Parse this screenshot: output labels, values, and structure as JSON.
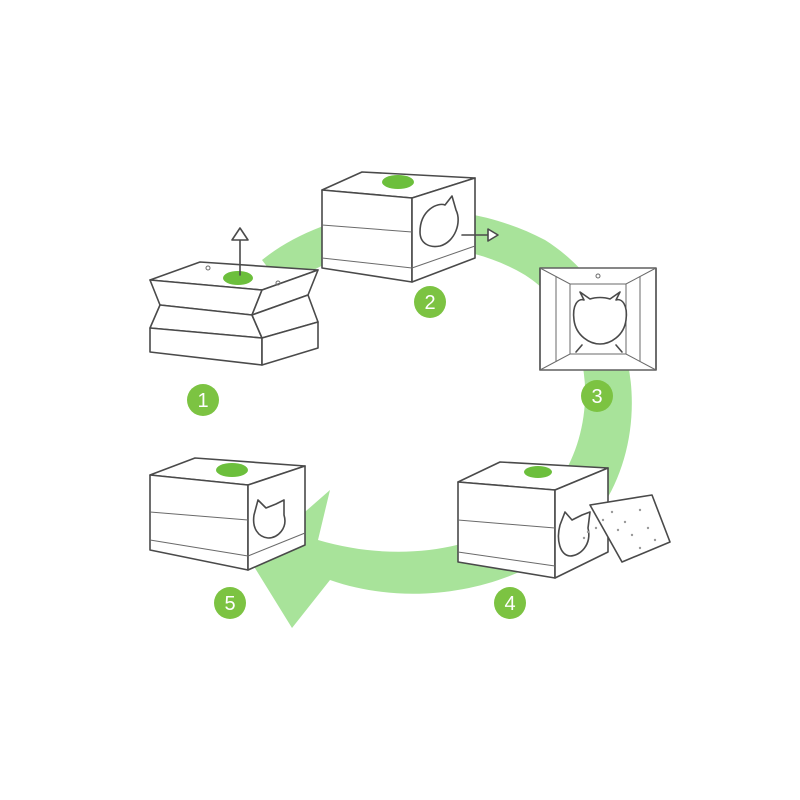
{
  "colors": {
    "arrow": "#a8e39a",
    "badge": "#7cc342",
    "logo": "#6cbf3c",
    "line": "#4a4a4a"
  },
  "steps": [
    {
      "number": "1",
      "description_icon": "box-unfolded-lift-up"
    },
    {
      "number": "2",
      "description_icon": "box-assembled-pull-tab"
    },
    {
      "number": "3",
      "description_icon": "box-top-view-cat-door"
    },
    {
      "number": "4",
      "description_icon": "box-pour-litter"
    },
    {
      "number": "5",
      "description_icon": "box-finished-litter-box"
    }
  ],
  "icons": [
    "cycle-arrow",
    "up-arrow-icon",
    "right-arrow-icon",
    "cat-head-icon",
    "logo-icon"
  ]
}
